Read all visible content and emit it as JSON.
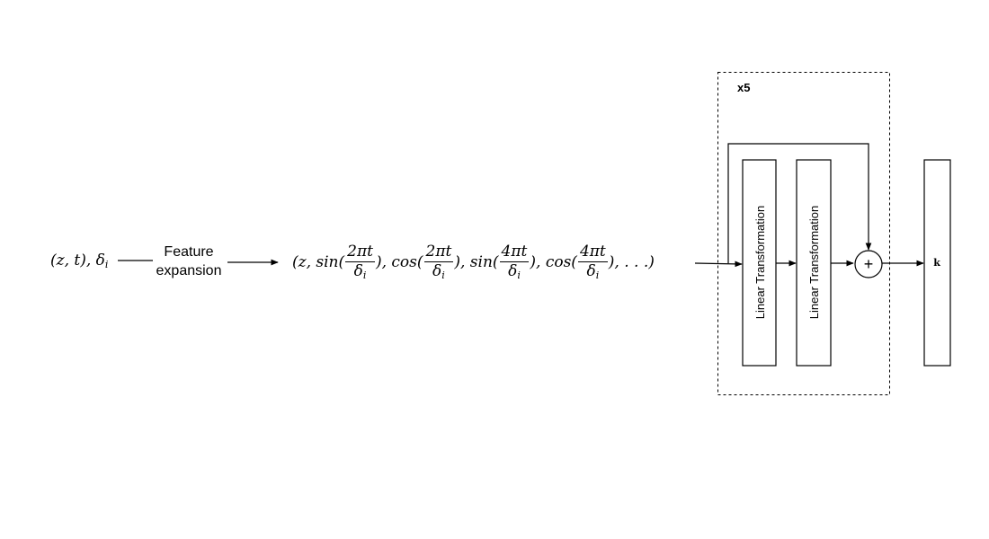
{
  "input": {
    "label_pre": "(z, t), δ",
    "label_sub": "i"
  },
  "feature_expansion": {
    "line1": "Feature",
    "line2": "expansion"
  },
  "expanded": {
    "open": "(z, sin(",
    "f1_num": "2πt",
    "f1_den": "δ",
    "f1_den_sub": "i",
    "mid1": "), cos(",
    "f2_num": "2πt",
    "f2_den": "δ",
    "f2_den_sub": "i",
    "mid2": "), sin(",
    "f3_num": "4πt",
    "f3_den": "δ",
    "f3_den_sub": "i",
    "mid3": "), cos(",
    "f4_num": "4πt",
    "f4_den": "δ",
    "f4_den_sub": "i",
    "close": "), . . .)"
  },
  "block": {
    "repeat_label": "x5",
    "layer1_label": "Linear Transformation",
    "layer2_label": "Linear Transformation",
    "sum_symbol": "+"
  },
  "output": {
    "label": "k"
  },
  "colors": {
    "stroke": "#000000",
    "background": "#ffffff"
  }
}
